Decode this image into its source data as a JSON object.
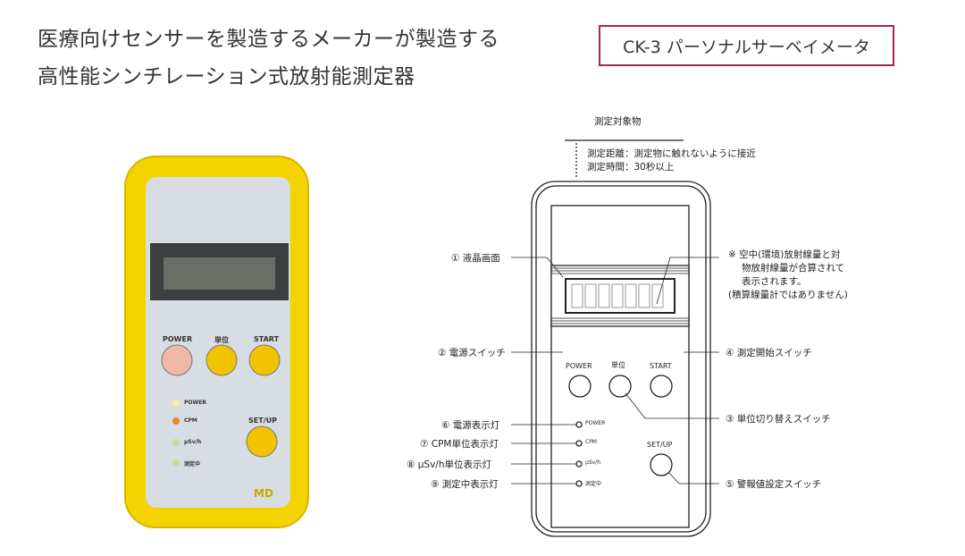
{
  "heading": {
    "line1": "医療向けセンサーを製造するメーカーが製造する",
    "line2": "高性能シンチレーション式放射能測定器"
  },
  "model": "CK-3 パーソナルサーベイメータ",
  "photo": {
    "buttons": [
      "POWER",
      "単位",
      "START",
      "SET/UP"
    ],
    "leds": [
      "POWER",
      "CPM",
      "μSv/h",
      "測定中"
    ],
    "logo": "MD",
    "colors": {
      "body": "#f5d300",
      "panel": "#d8dde3",
      "power_button": "#f0b8a8",
      "buttons": "#f2c400"
    }
  },
  "diagram": {
    "target": "測定対象物",
    "distance": "測定距離：測定物に触れないように接近",
    "time": "測定時間：30秒以上",
    "note": [
      "※ 空中(環境)放射線量と対",
      "物放射線量が合算されて",
      "表示されます。",
      "(積算線量計ではありません)"
    ],
    "device_buttons": [
      "POWER",
      "単位",
      "START",
      "SET/UP"
    ],
    "device_leds": [
      "POWER",
      "CPM",
      "μSv/h",
      "測定中"
    ],
    "callouts": {
      "c1": "① 液晶画面",
      "c2": "② 電源スイッチ",
      "c3": "③ 単位切り替えスイッチ",
      "c4": "④ 測定開始スイッチ",
      "c5": "⑤ 警報値設定スイッチ",
      "c6": "⑥ 電源表示灯",
      "c7": "⑦ CPM単位表示灯",
      "c8": "⑧ μSv/h単位表示灯",
      "c9": "⑨ 測定中表示灯"
    }
  }
}
